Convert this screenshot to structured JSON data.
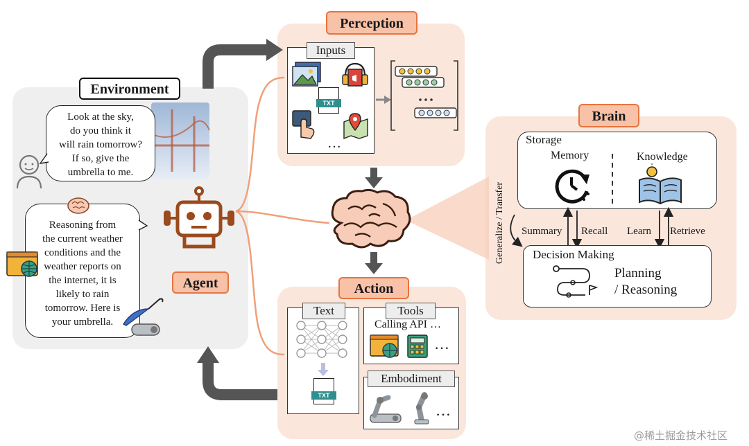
{
  "environment": {
    "title": "Environment",
    "user_message": [
      "Look at the sky,",
      "do you think it",
      "will rain tomorrow?",
      "If so, give the",
      "umbrella to me."
    ],
    "agent_message": [
      "Reasoning from",
      "the current weather",
      "conditions and the",
      "weather reports on",
      "the internet, it is",
      "likely to rain",
      "tomorrow. Here is",
      "your umbrella."
    ]
  },
  "agent": {
    "label": "Agent"
  },
  "perception": {
    "title": "Perception",
    "inputs_label": "Inputs",
    "ellipsis": "…",
    "txt_badge": "TXT"
  },
  "brain": {
    "title": "Brain",
    "storage_label": "Storage",
    "memory_label": "Memory",
    "knowledge_label": "Knowledge",
    "generalize_label": "Generalize / Transfer",
    "summary_label": "Summary",
    "recall_label": "Recall",
    "learn_label": "Learn",
    "retrieve_label": "Retrieve",
    "decision_label": "Decision Making",
    "planning_label": "Planning",
    "reasoning_label": "/ Reasoning"
  },
  "action": {
    "title": "Action",
    "text_label": "Text",
    "tools_label": "Tools",
    "calling_api": "Calling API …",
    "embodiment_label": "Embodiment",
    "ellipsis": "…",
    "txt_badge": "TXT"
  },
  "watermark": "@稀土掘金技术社区",
  "colors": {
    "accent": "#e8733f",
    "panel": "#fbe6dc",
    "agent_brown": "#9a4a1c",
    "gray_arrow": "#555555"
  }
}
